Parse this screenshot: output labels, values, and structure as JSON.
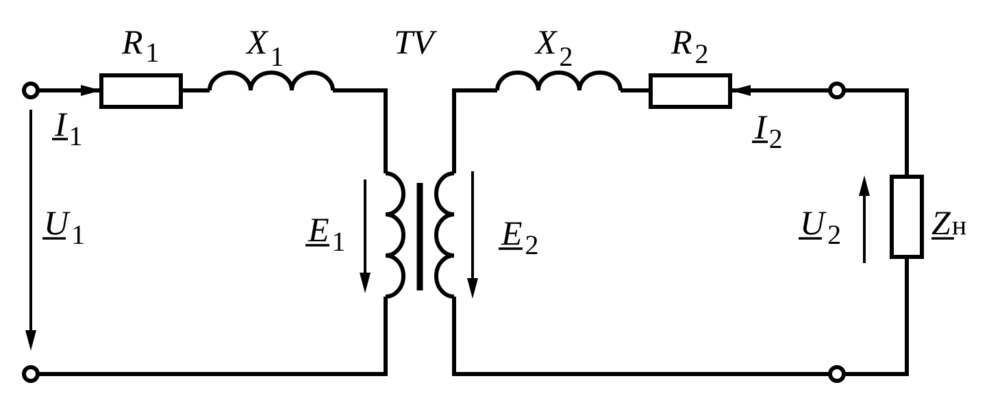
{
  "labels": {
    "R1": {
      "main": "R",
      "sub": "1"
    },
    "X1": {
      "main": "X",
      "sub": "1"
    },
    "TV": {
      "main": "TV"
    },
    "X2": {
      "main": "X",
      "sub": "2"
    },
    "R2": {
      "main": "R",
      "sub": "2"
    },
    "I1": {
      "main": "I",
      "sub": "1"
    },
    "I2": {
      "main": "I",
      "sub": "2"
    },
    "U1": {
      "main": "U",
      "sub": "1"
    },
    "E1": {
      "main": "E",
      "sub": "1"
    },
    "E2": {
      "main": "E",
      "sub": "2"
    },
    "U2": {
      "main": "U",
      "sub": "2"
    },
    "Zn": {
      "main": "Z",
      "sub": "н"
    }
  },
  "colors": {
    "line": "#000000",
    "background": "#ffffff"
  }
}
